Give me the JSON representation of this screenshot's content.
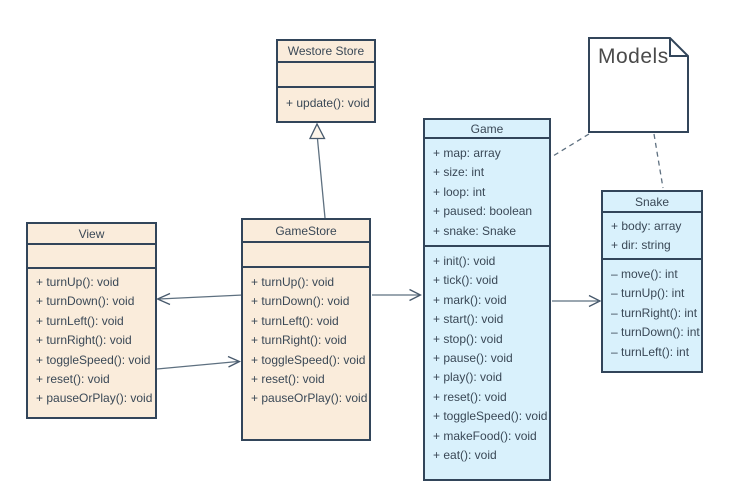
{
  "classes": {
    "westore": {
      "title": "Westore Store",
      "attributes": [],
      "methods": [
        "+ update(): void"
      ]
    },
    "view": {
      "title": "View",
      "attributes": [],
      "methods": [
        "+ turnUp(): void",
        "+ turnDown(): void",
        "+ turnLeft(): void",
        "+ turnRight(): void",
        "+ toggleSpeed(): void",
        "+ reset(): void",
        "+ pauseOrPlay(): void"
      ]
    },
    "gamestore": {
      "title": "GameStore",
      "attributes": [],
      "methods": [
        "+ turnUp(): void",
        "+ turnDown(): void",
        "+ turnLeft(): void",
        "+ turnRight(): void",
        "+ toggleSpeed(): void",
        "+ reset(): void",
        "+ pauseOrPlay(): void"
      ]
    },
    "game": {
      "title": "Game",
      "attributes": [
        "+ map: array",
        "+ size: int",
        "+ loop: int",
        "+ paused: boolean",
        "+ snake: Snake"
      ],
      "methods": [
        "+ init(): void",
        "+ tick(): void",
        "+ mark(): void",
        "+ start(): void",
        "+ stop(): void",
        "+ pause(): void",
        "+ play(): void",
        "+ reset(): void",
        "+ toggleSpeed(): void",
        "+ makeFood(): void",
        "+ eat(): void"
      ]
    },
    "snake": {
      "title": "Snake",
      "attributes": [
        "+ body: array",
        "+ dir: string"
      ],
      "methods": [
        "– move(): int",
        "– turnUp(): int",
        "– turnRight(): int",
        "– turnDown(): int",
        "– turnLeft(): int"
      ]
    }
  },
  "note": {
    "label": "Models"
  },
  "relationships": [
    {
      "from": "GameStore",
      "to": "Westore Store",
      "type": "generalization"
    },
    {
      "from": "GameStore",
      "to": "View",
      "type": "association"
    },
    {
      "from": "View",
      "to": "GameStore",
      "type": "association"
    },
    {
      "from": "GameStore",
      "to": "Game",
      "type": "association"
    },
    {
      "from": "Game",
      "to": "Snake",
      "type": "association"
    },
    {
      "from": "Models",
      "to": "Game",
      "type": "dashed-link"
    },
    {
      "from": "Models",
      "to": "Snake",
      "type": "dashed-link"
    }
  ],
  "colors": {
    "store_fill": "#faecdb",
    "model_fill": "#d9f1fc",
    "border": "#32455a",
    "line": "#5e7080",
    "note_text": "#4a4a4a",
    "background": "#ffffff"
  }
}
